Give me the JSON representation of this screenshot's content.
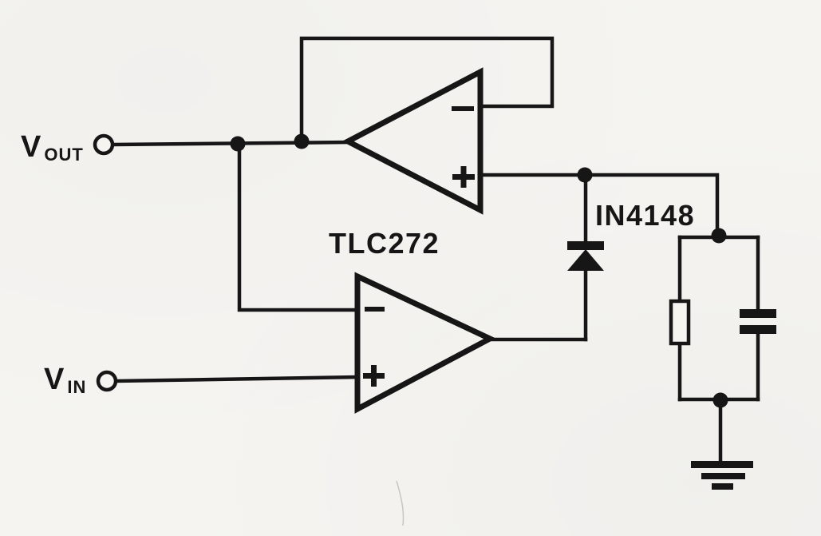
{
  "colors": {
    "paper": "#f5f4f1",
    "ink": "#161616"
  },
  "schematic": {
    "description_visible_text_only": "analog op-amp circuit schematic",
    "terminals": {
      "vout": {
        "base": "V",
        "sub": "OUT"
      },
      "vin": {
        "base": "V",
        "sub": "IN"
      }
    },
    "ic_label": "TLC272",
    "diode_label": "IN4148",
    "opamp_input_markers": {
      "inverting": "−",
      "noninverting": "+"
    }
  }
}
